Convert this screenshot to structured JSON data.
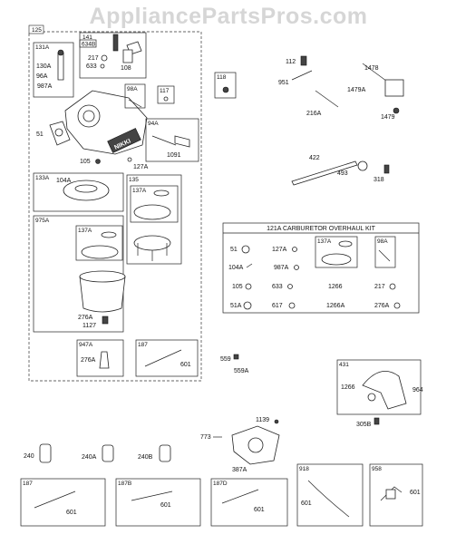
{
  "watermark": "AppliancePartsPros.com",
  "kit_title": "121A CARBURETOR OVERHAUL KIT",
  "boxes": {
    "b125": "125",
    "b141": "141",
    "b634B": "634B",
    "b131A": "131A",
    "b98A": "98A",
    "b117": "117",
    "b94A": "94A",
    "b133A": "133A",
    "b137A_1": "137A",
    "b135": "135",
    "b975A": "975A",
    "b137A_2": "137A",
    "b947A": "947A",
    "b187_1": "187",
    "b118": "118",
    "b137A_kit": "137A",
    "b98A_kit": "98A",
    "b431": "431",
    "b187_2": "187",
    "b187B": "187B",
    "b187D": "187D",
    "b918": "918",
    "b958": "958"
  },
  "labels": {
    "l217": "217",
    "l633": "633",
    "l108": "108",
    "l130A": "130A",
    "l96A": "96A",
    "l987A": "987A",
    "l51": "51",
    "l1091": "1091",
    "l105": "105",
    "l127A": "127A",
    "l104A": "104A",
    "l276A": "276A",
    "l1127": "1127",
    "l276A_b": "276A",
    "l601_a": "601",
    "l112": "112",
    "l1478": "1478",
    "l951": "951",
    "l1479A": "1479A",
    "l216A": "216A",
    "l1479": "1479",
    "l422": "422",
    "l493": "493",
    "l318": "318",
    "l559": "559",
    "l559A": "559A",
    "l1266_a": "1266",
    "l964": "964",
    "l305B": "305B",
    "l1139": "1139",
    "l773": "773",
    "l387A": "387A",
    "l240": "240",
    "l240A": "240A",
    "l240B": "240B",
    "l601_b": "601",
    "l601_c": "601",
    "l601_d": "601",
    "l601_e": "601",
    "l601_f": "601"
  },
  "kit_labels": {
    "k51": "51",
    "k127A": "127A",
    "k217": "217",
    "k104A": "104A",
    "k987A": "987A",
    "k105": "105",
    "k633": "633",
    "k1266": "1266",
    "k51A": "51A",
    "k617": "617",
    "k1266A": "1266A",
    "k276A": "276A"
  },
  "carb_brand": "NIKKI"
}
